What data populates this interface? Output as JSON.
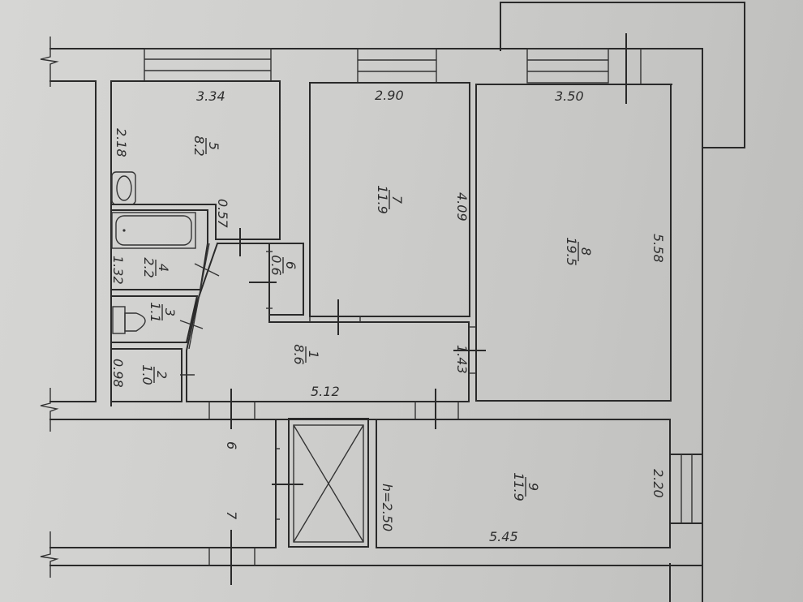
{
  "document": {
    "type": "floor-plan",
    "paper_color": "#d3d3d1",
    "line_color": "#2a2a2a",
    "ceiling_height": "h=2.50"
  },
  "rooms": [
    {
      "id": "room-1",
      "number": "1",
      "area": "8.6",
      "type": "hallway"
    },
    {
      "id": "room-2",
      "number": "2",
      "area": "1.0",
      "type": "storage"
    },
    {
      "id": "room-3",
      "number": "3",
      "area": "1.1",
      "type": "toilet"
    },
    {
      "id": "room-4",
      "number": "4",
      "area": "2.2",
      "type": "bathroom"
    },
    {
      "id": "room-5",
      "number": "5",
      "area": "8.2",
      "type": "kitchen"
    },
    {
      "id": "room-6",
      "number": "6",
      "area": "0.6",
      "type": "closet"
    },
    {
      "id": "room-7",
      "number": "7",
      "area": "11.9",
      "type": "room"
    },
    {
      "id": "room-8",
      "number": "8",
      "area": "19.5",
      "type": "room"
    },
    {
      "id": "room-9",
      "number": "9",
      "area": "11.9",
      "type": "room"
    }
  ],
  "dimensions": {
    "kitchen_width": "3.34",
    "kitchen_depth": "2.18",
    "bath_offset": "0.57",
    "bath_width": "1.32",
    "storage_width": "0.98",
    "room7_width": "2.90",
    "room7_depth": "4.09",
    "room8_width": "3.50",
    "room8_depth": "5.58",
    "hall_length": "5.12",
    "hall_width": "1.43",
    "room9_length": "5.45",
    "room9_width": "2.20"
  },
  "axes": {
    "axis_6": "6",
    "axis_7": "7"
  }
}
